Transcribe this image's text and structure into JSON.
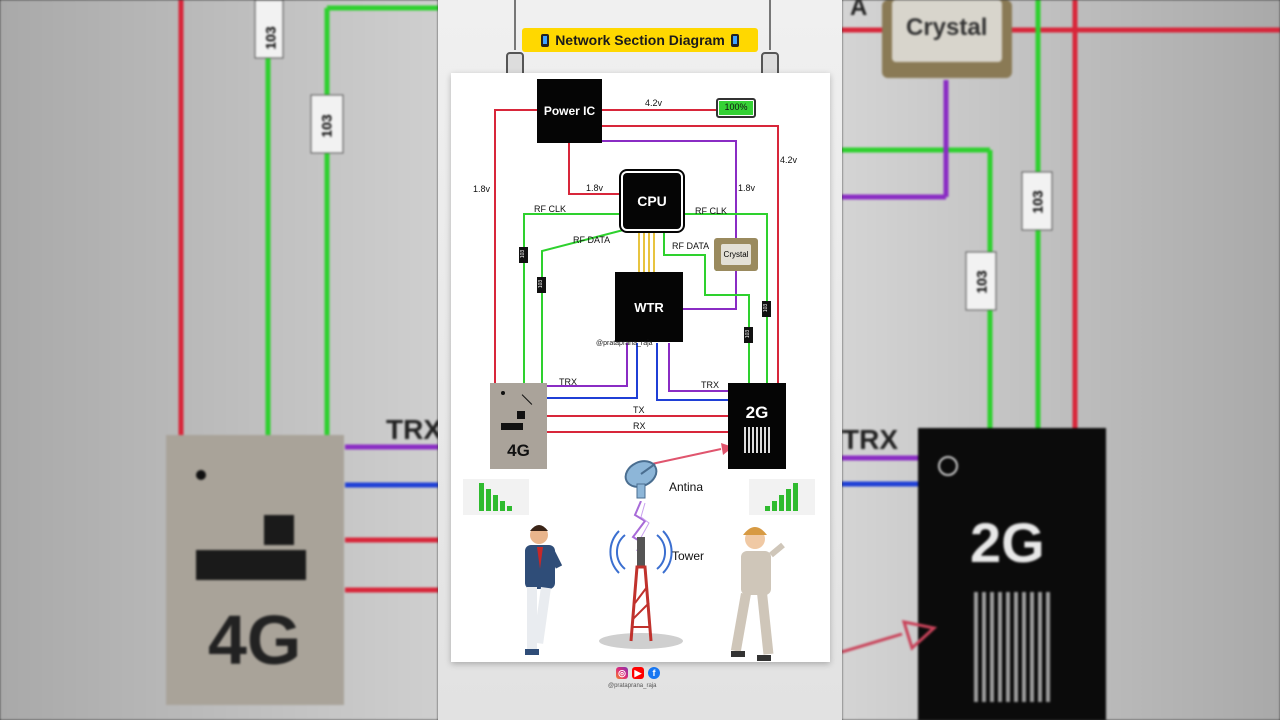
{
  "banner": {
    "title": "Network Section Diagram",
    "phone_icon": "mobile-phone-icon"
  },
  "chips": {
    "power_ic": "Power IC",
    "cpu": "CPU",
    "wtr": "WTR",
    "g4": "4G",
    "g2": "2G",
    "crystal": "Crystal"
  },
  "battery": {
    "level": "100%",
    "fill": 1.0
  },
  "labels": {
    "v42_top": "4.2v",
    "v42_right": "4.2v",
    "v18_left": "1.8v",
    "v18_cpu": "1.8v",
    "v18_right": "1.8v",
    "rf_clk_left": "RF CLK",
    "rf_clk_right": "RF CLK",
    "rf_data_left": "RF DATA",
    "rf_data_right": "RF DATA",
    "trx_left": "TRX",
    "trx_right": "TRX",
    "tx": "TX",
    "rx": "RX",
    "resistor": "103"
  },
  "watermark": "@prataprana_raja",
  "scene": {
    "antenna": "Antina",
    "tower": "Tower"
  },
  "footer": {
    "handle": "@prataprana_raja",
    "icons": [
      "instagram-icon",
      "youtube-icon",
      "facebook-icon"
    ]
  },
  "background": {
    "left_chip_label": "4G",
    "left_trx": "TRX",
    "right_chip_label": "2G",
    "right_trx": "TRX",
    "crystal": "Crystal",
    "crystal_top_letter": "A",
    "resistor": "103"
  },
  "colors": {
    "power": "#d8263a",
    "clock": "#2ed12e",
    "data": "#8a2cc4",
    "bus": "#1f3fd6",
    "rx_tx": "#d8263a",
    "yellow_banner": "#ffd800"
  }
}
